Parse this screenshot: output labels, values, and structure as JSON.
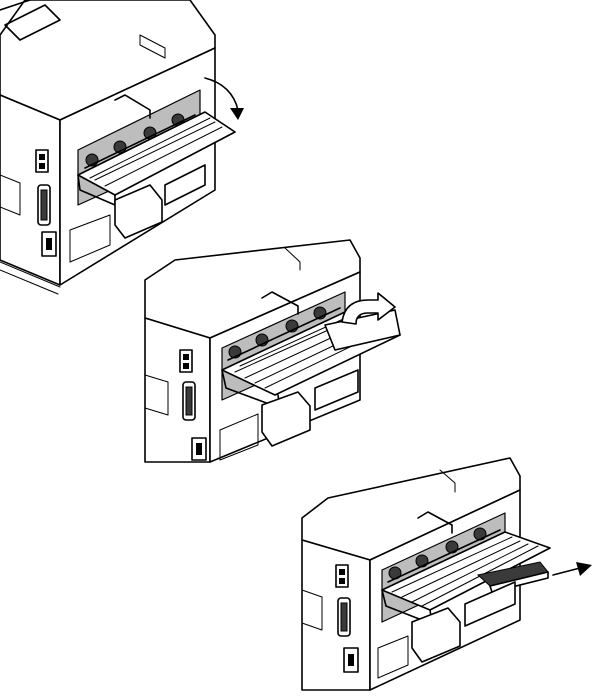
{
  "figure": {
    "steps": [
      {
        "id": "step-1",
        "action": "open-rear-tray",
        "arrow": "curved-down-arrow-icon"
      },
      {
        "id": "step-2",
        "action": "unfold-tray-extension",
        "arrow": "curved-flip-arrow-icon"
      },
      {
        "id": "step-3",
        "action": "pull-out-paper-support",
        "arrow": "straight-right-arrow-icon"
      }
    ],
    "colors": {
      "line": "#000000",
      "shade": "#bdbdbd",
      "dark": "#3a3a3a",
      "background": "#ffffff"
    }
  }
}
